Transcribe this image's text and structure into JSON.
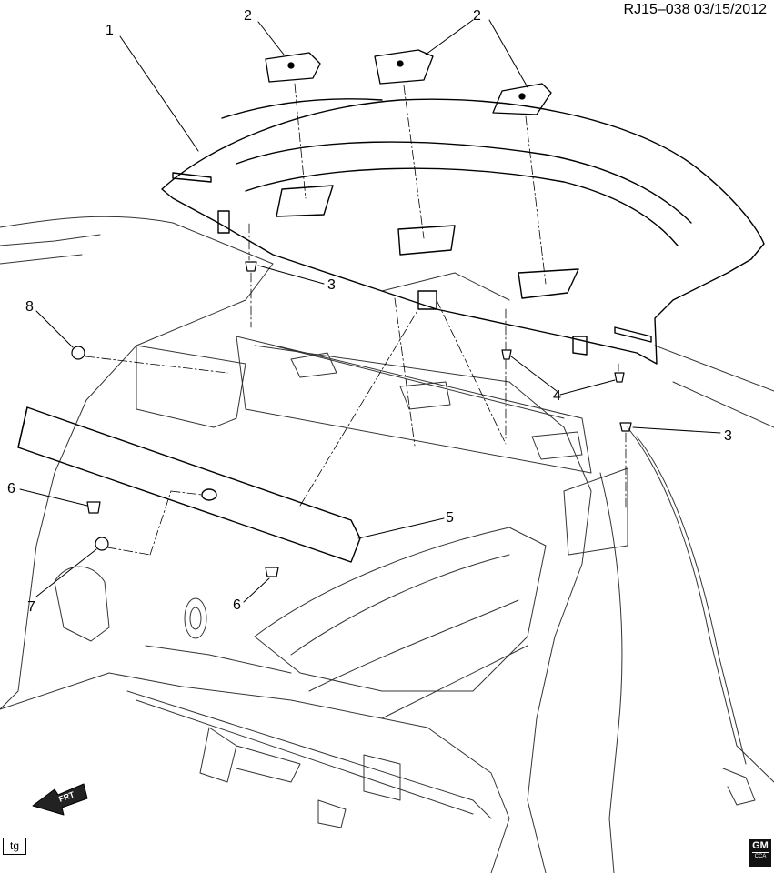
{
  "header": {
    "reference": "RJ15–038  03/15/2012"
  },
  "callouts": [
    {
      "label": "1"
    },
    {
      "label": "2"
    },
    {
      "label": "2"
    },
    {
      "label": "3"
    },
    {
      "label": "3"
    },
    {
      "label": "4"
    },
    {
      "label": "5"
    },
    {
      "label": "6"
    },
    {
      "label": "6"
    },
    {
      "label": "7"
    },
    {
      "label": "8"
    }
  ],
  "arrow": {
    "label": "FRT"
  },
  "footer": {
    "tg_label": "tg",
    "logo_text": "GM",
    "logo_sub": "CCA"
  },
  "icons": [
    "front-direction-arrow-icon",
    "gm-logo-icon"
  ],
  "colors": {
    "line": "#000000",
    "background": "#ffffff"
  }
}
